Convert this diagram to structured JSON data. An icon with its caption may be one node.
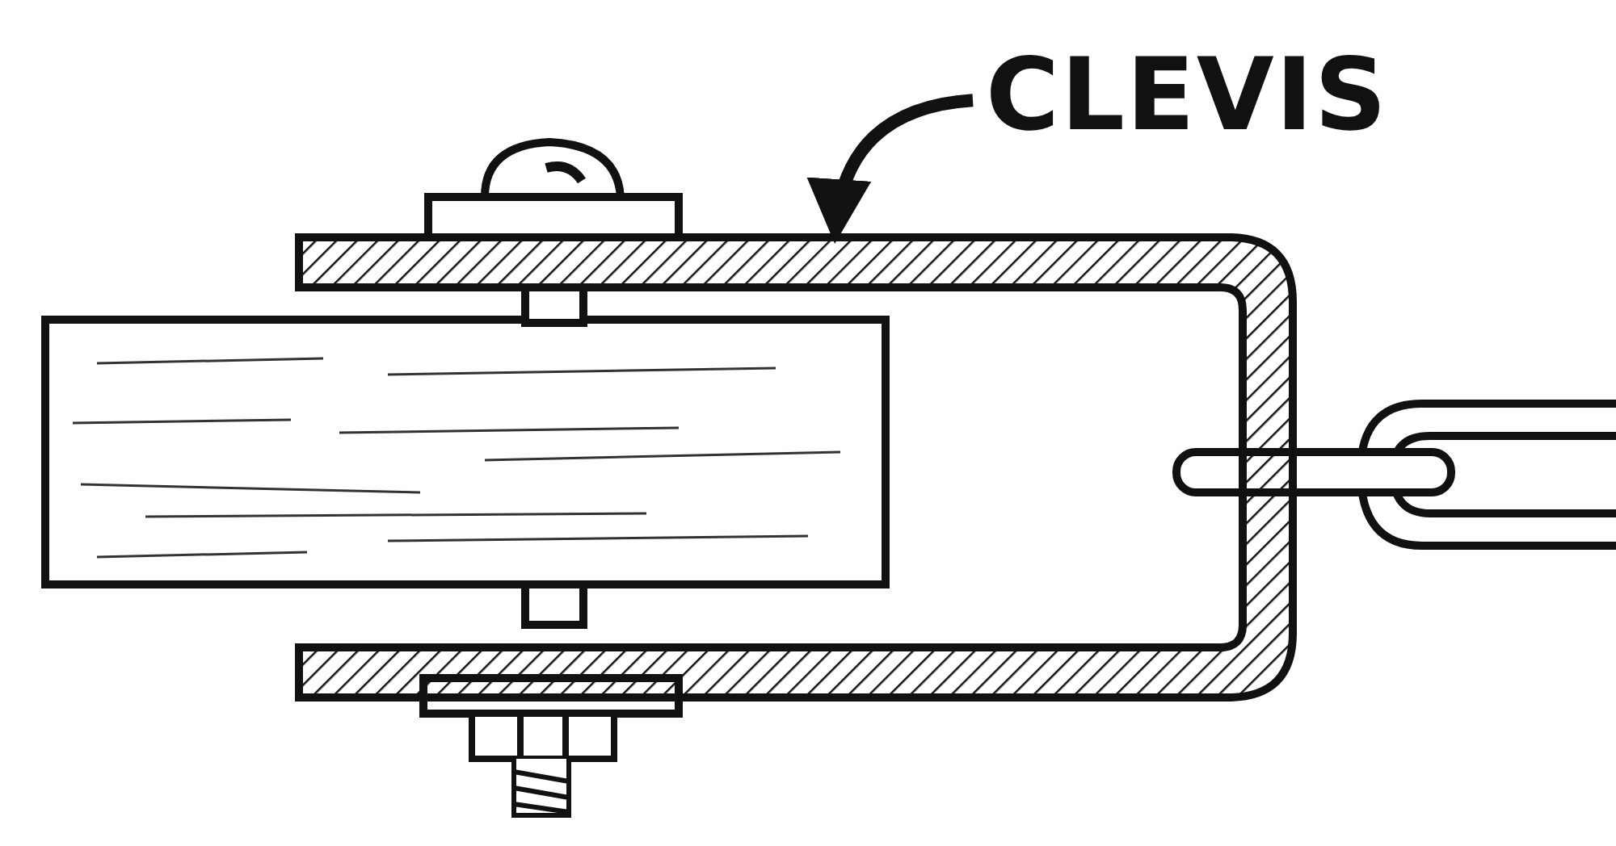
{
  "diagram": {
    "nodes": [
      {
        "text": [
          "CLEVIS"
        ]
      },
      {
        "text": [],
        "shape": "picture"
      }
    ],
    "edges": [
      {
        "from": 0,
        "to": 1,
        "arrow": "to"
      }
    ]
  }
}
